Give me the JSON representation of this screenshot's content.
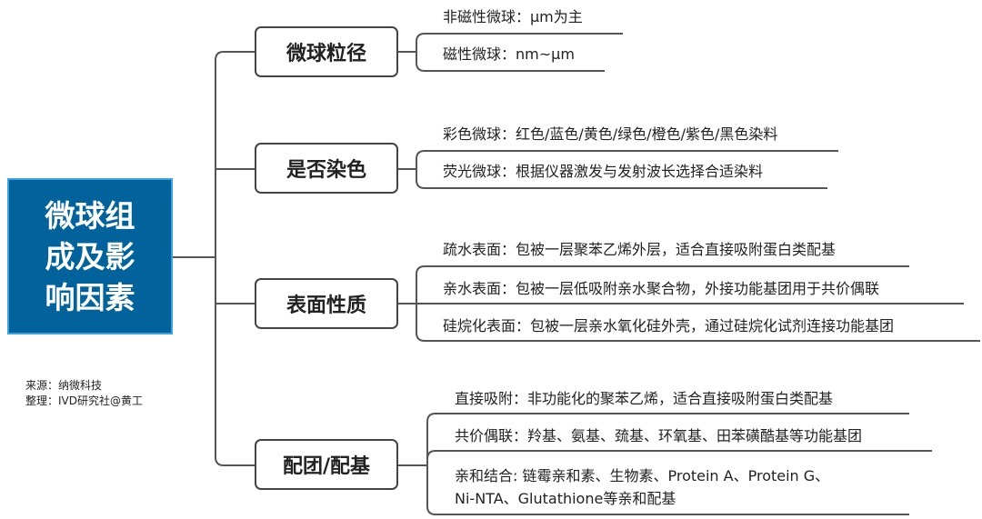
{
  "root": {
    "title": "微球组成及影响因素"
  },
  "source": {
    "line1": "来源：纳微科技",
    "line2": "整理：IVD研究社@黄工"
  },
  "branches": [
    {
      "label": "微球粒径",
      "leaves": [
        "非磁性微球：μm为主",
        "磁性微球：nm~μm"
      ]
    },
    {
      "label": "是否染色",
      "leaves": [
        "彩色微球：红色/蓝色/黄色/绿色/橙色/紫色/黑色染料",
        "荧光微球：根据仪器激发与发射波长选择合适染料"
      ]
    },
    {
      "label": "表面性质",
      "leaves": [
        "疏水表面：包被一层聚苯乙烯外层，适合直接吸附蛋白类配基",
        "亲水表面：包被一层低吸附亲水聚合物，外接功能基团用于共价偶联",
        "硅烷化表面：包被一层亲水氧化硅外壳，通过硅烷化试剂连接功能基团"
      ]
    },
    {
      "label": "配团/配基",
      "leaves": [
        "直接吸附：非功能化的聚苯乙烯，适合直接吸附蛋白类配基",
        "共价偶联：羚基、氨基、巯基、环氧基、田苯磺酷基等功能基团",
        "亲和结合: 链霉亲和素、生物素、Protein A、Protein G、",
        "Ni-NTA、Glutathione等亲和配基"
      ]
    }
  ],
  "colors": {
    "root_fill": "#02639c",
    "root_border": "#3aa3e0",
    "line": "#444444"
  }
}
